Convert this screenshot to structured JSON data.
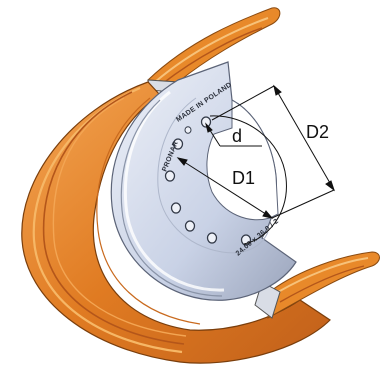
{
  "figure": {
    "labels": {
      "d": "d",
      "D1": "D1",
      "D2": "D2"
    },
    "embossed_text": {
      "brand": "PRONAR",
      "origin": "MADE IN POLAND",
      "size": "24.00 x 36,0 / 2"
    },
    "colors": {
      "tyre": "#e8892a",
      "tyre_dark": "#b4561a",
      "tyre_light": "#f5b25c",
      "rim": "#c9d2e6",
      "rim_dark": "#8a94a8",
      "rim_light": "#eef1f8",
      "dimension_lines": "#111111"
    }
  }
}
